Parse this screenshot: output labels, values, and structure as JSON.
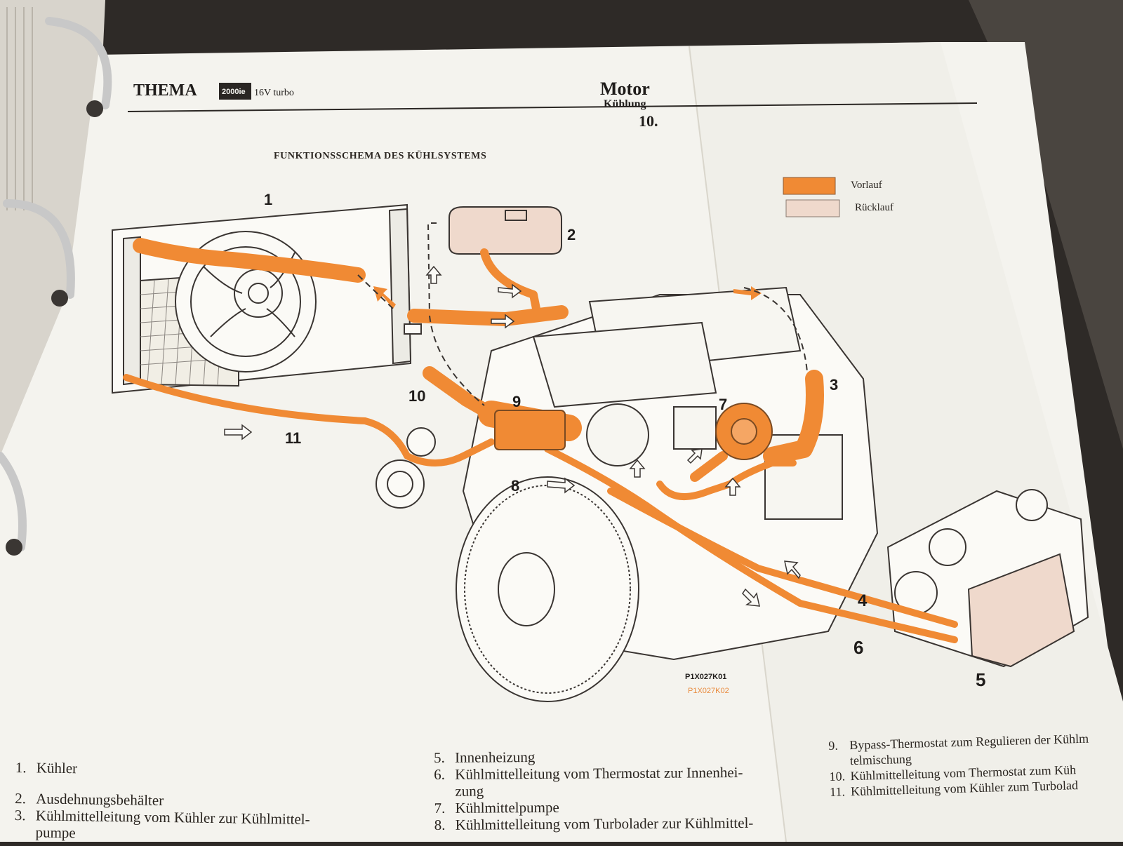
{
  "header": {
    "model": "THEMA",
    "badge": "2000ie",
    "variant": "16V turbo",
    "section": "Motor",
    "subsection": "Kühlung",
    "chapter": "10."
  },
  "diagram": {
    "title": "FUNKTIONSSCHEMA DES KÜHLSYSTEMS",
    "legend": [
      {
        "label": "Vorlauf",
        "color": "#f08a34"
      },
      {
        "label": "Rücklauf",
        "color": "#efd9cc"
      }
    ],
    "callouts": [
      "1",
      "2",
      "3",
      "4",
      "5",
      "6",
      "7",
      "8",
      "9",
      "10",
      "11"
    ],
    "figure_codes": {
      "primary": "P1X027K01",
      "secondary": "P1X027K02"
    },
    "hose_color": "#f08a34",
    "secondary_code_color": "#e98a3c"
  },
  "parts_legend": {
    "column1": [
      {
        "num": "1.",
        "text": "Kühler"
      },
      {
        "num": "2.",
        "text": "Ausdehnungsbehälter"
      },
      {
        "num": "3.",
        "text": "Kühlmittelleitung vom Kühler zur Kühlmittel-"
      },
      {
        "num": "",
        "text": "pumpe"
      }
    ],
    "column2": [
      {
        "num": "5.",
        "text": "Innenheizung"
      },
      {
        "num": "6.",
        "text": "Kühlmittelleitung vom Thermostat zur Innenhei-"
      },
      {
        "num": "",
        "text": "zung"
      },
      {
        "num": "7.",
        "text": "Kühlmittelpumpe"
      },
      {
        "num": "8.",
        "text": "Kühlmittelleitung vom Turbolader zur Kühlmittel-"
      }
    ],
    "column3": [
      {
        "num": "9.",
        "text": "Bypass-Thermostat zum Regulieren der Kühlm"
      },
      {
        "num": "",
        "text": "telmischung"
      },
      {
        "num": "10.",
        "text": "Kühlmittelleitung vom Thermostat zum Küh"
      },
      {
        "num": "11.",
        "text": "Kühlmittelleitung vom Kühler zum Turbolad"
      }
    ]
  }
}
